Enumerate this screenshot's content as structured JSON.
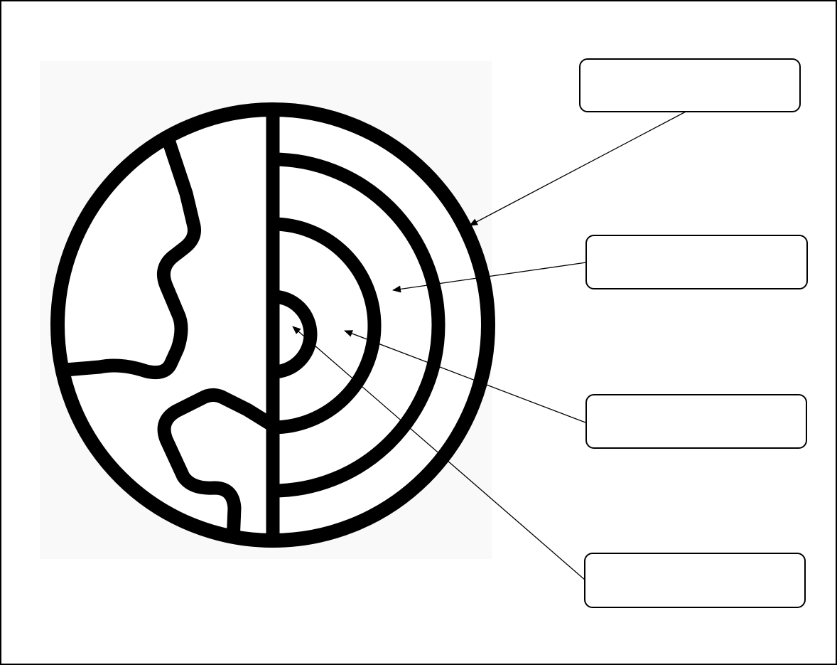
{
  "diagram": {
    "type": "earth-layers-labeling-worksheet",
    "colors": {
      "ink": "#000000",
      "paper": "#ffffff",
      "picture_background": "#f9f9f9"
    },
    "label_boxes": [
      {
        "id": "box-1",
        "text": ""
      },
      {
        "id": "box-2",
        "text": ""
      },
      {
        "id": "box-3",
        "text": ""
      },
      {
        "id": "box-4",
        "text": ""
      }
    ]
  }
}
